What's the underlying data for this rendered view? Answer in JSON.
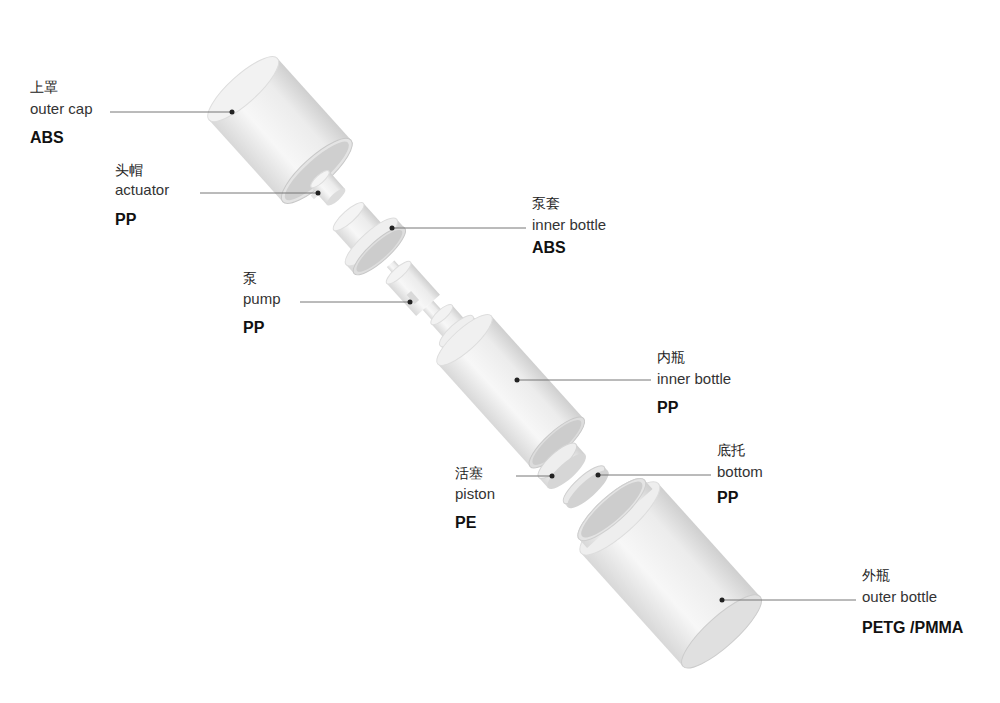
{
  "diagram": {
    "labels": [
      "上罩",
      "outer cap",
      "ABS",
      "头帽",
      "actuator",
      "PP",
      "泵套",
      "inner bottle",
      "ABS",
      "泵",
      "pump",
      "PP",
      "内瓶",
      "inner bottle",
      "PP",
      "活塞",
      "piston",
      "PE",
      "底托",
      "bottom",
      "PP",
      "外瓶",
      "outer bottle",
      "PETG /PMMA"
    ]
  }
}
